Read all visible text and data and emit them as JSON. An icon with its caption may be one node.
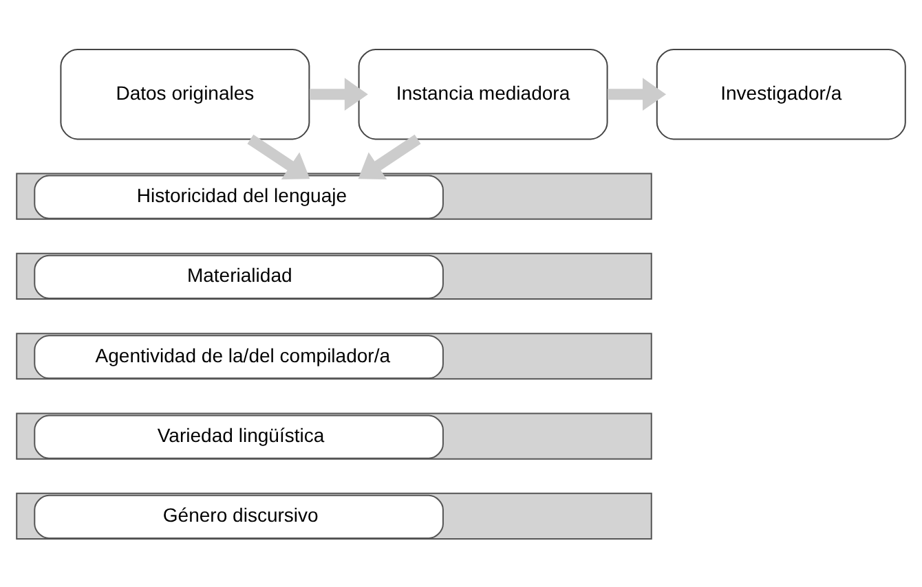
{
  "diagram": {
    "nodes": [
      {
        "text": [
          "Datos originales"
        ]
      },
      {
        "text": [
          "Instancia mediadora"
        ]
      },
      {
        "text": [
          "Investigador/a"
        ]
      },
      {
        "text": [
          "Historicidad del lenguaje"
        ]
      },
      {
        "text": [
          "Materialidad"
        ]
      },
      {
        "text": [
          "Agentividad de la/del compilador/a"
        ]
      },
      {
        "text": [
          "Variedad lingüística"
        ]
      },
      {
        "text": [
          "Género discursivo"
        ]
      }
    ],
    "edges": [
      {
        "from": 0,
        "to": 1,
        "arrow": "to"
      },
      {
        "from": 1,
        "to": 2,
        "arrow": "to"
      },
      {
        "from": 0,
        "to": 3,
        "arrow": "to"
      },
      {
        "from": 1,
        "to": 3,
        "arrow": "to"
      }
    ]
  }
}
